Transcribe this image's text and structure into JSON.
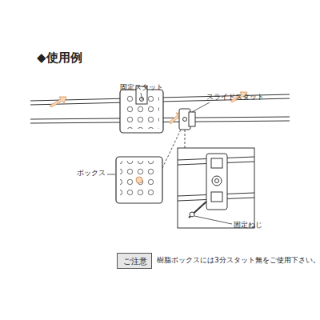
{
  "diagram": {
    "title": "◆使用例",
    "nodes": [
      {
        "text": [
          "ご注意"
        ]
      }
    ],
    "labels": [
      "固定スタット",
      "スライドスタット",
      "ボックス",
      "固定ねじ",
      "樹脂ボックスには3分スタット無をご使用下さい。"
    ]
  }
}
